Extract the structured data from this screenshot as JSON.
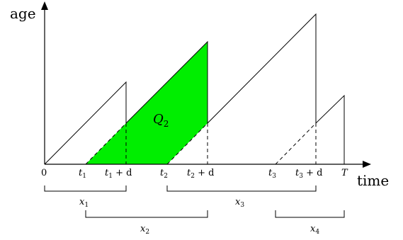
{
  "axes": {
    "y_label": "age",
    "x_label": "time"
  },
  "ticks": {
    "origin": "0",
    "t1": "t",
    "t1_sub": "1",
    "t1d": "t",
    "t1d_sub": "1",
    "t1d_suffix": " + d",
    "t2": "t",
    "t2_sub": "2",
    "t2d": "t",
    "t2d_sub": "2",
    "t2d_suffix": " + d",
    "t3": "t",
    "t3_sub": "3",
    "t3d": "t",
    "t3d_sub": "3",
    "t3d_suffix": " + d",
    "T": "T"
  },
  "region": {
    "label": "Q",
    "sub": "2",
    "color": "#00ee00"
  },
  "intervals": {
    "x1": "x",
    "x1_sub": "1",
    "x2": "x",
    "x2_sub": "2",
    "x3": "x",
    "x3_sub": "3",
    "x4": "x",
    "x4_sub": "4"
  },
  "colors": {
    "stroke": "#000000",
    "fill": "#00ee00"
  }
}
